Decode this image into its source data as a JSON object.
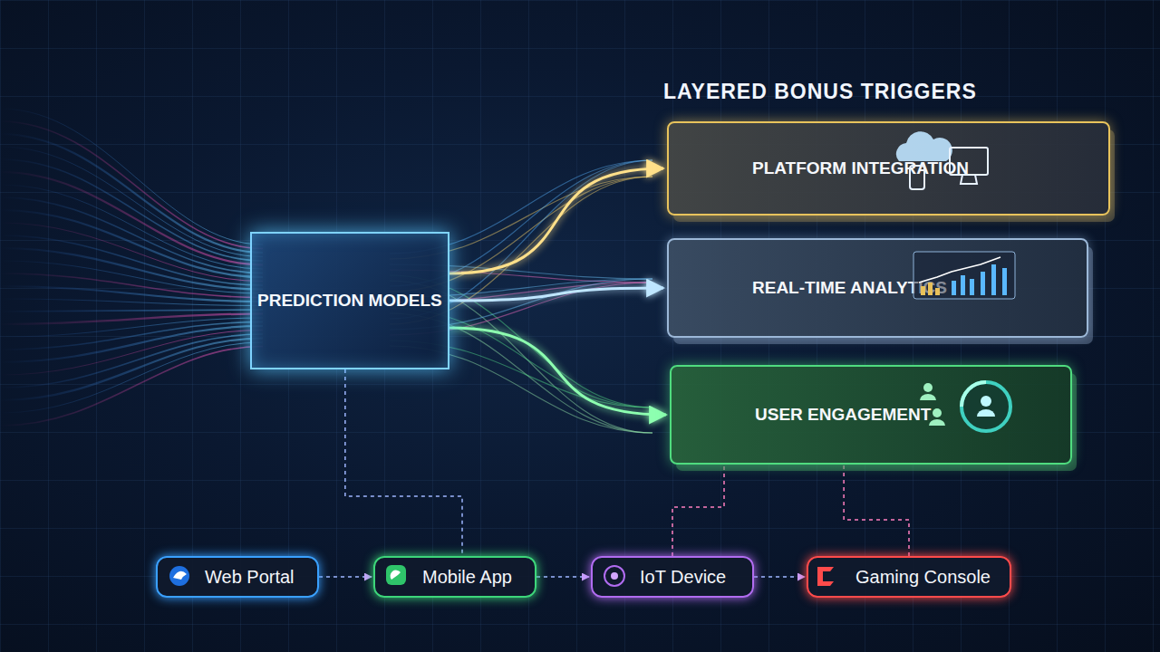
{
  "diagram": {
    "title": "LAYERED BONUS TRIGGERS",
    "nodes": [
      {
        "text": [
          "PREDICTION MODELS"
        ]
      },
      {
        "text": [
          "PLATFORM INTEGRATION"
        ]
      },
      {
        "text": [
          "REAL-TIME ANALYTICS"
        ]
      },
      {
        "text": [
          "USER ENGAGEMENT"
        ]
      },
      {
        "text": [
          "Web Portal"
        ]
      },
      {
        "text": [
          "Mobile App"
        ]
      },
      {
        "text": [
          "IoT Device"
        ]
      },
      {
        "text": [
          "Gaming Console"
        ]
      }
    ],
    "edges": [
      {
        "from": 0,
        "to": 1,
        "arrow": "to"
      },
      {
        "from": 0,
        "to": 2,
        "arrow": "to"
      },
      {
        "from": 0,
        "to": 3,
        "arrow": "to"
      },
      {
        "from": 4,
        "to": 5,
        "arrow": "to"
      },
      {
        "from": 5,
        "to": 6,
        "arrow": "to"
      },
      {
        "from": 6,
        "to": 7,
        "arrow": "to"
      },
      {
        "from": 0,
        "to": 5,
        "arrow": "none"
      },
      {
        "from": 6,
        "to": 3,
        "arrow": "none"
      },
      {
        "from": 7,
        "to": 3,
        "arrow": "none"
      }
    ]
  }
}
